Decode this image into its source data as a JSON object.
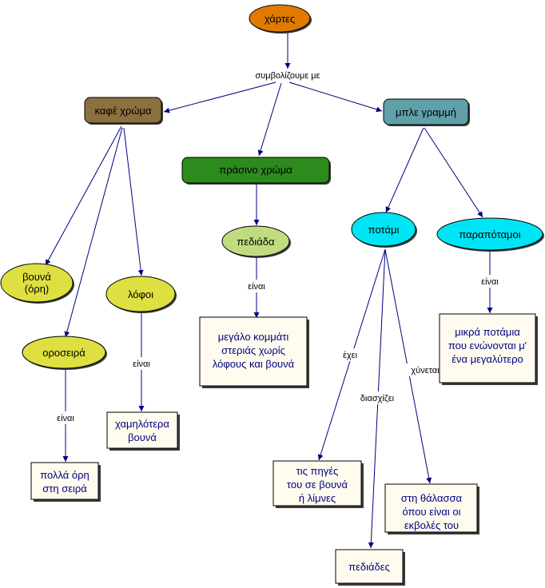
{
  "colors": {
    "arrow": "#000080",
    "orange": "#e07b00",
    "brown": "#8b7040",
    "green": "#2d8a1c",
    "light_green": "#c0dc80",
    "cyan": "#00e5f5",
    "steel_blue": "#60a0a8",
    "yellow": "#dde040",
    "box_fill": "#fffcef"
  },
  "nodes": {
    "maps": "χάρτες",
    "brown_color": "καφέ χρώμα",
    "green_color": "πράσινο χρώμα",
    "blue_line": "μπλε γραμμή",
    "plains": "πεδιάδα",
    "river": "ποτάμι",
    "tributaries": "παραπόταμοι",
    "mountains_1": "βουνά",
    "mountains_2": "(όρη)",
    "hills": "λόφοι",
    "range": "οροσειρά",
    "plains_desc_1": "μεγάλο κομμάτι",
    "plains_desc_2": "στεριάς χωρίς",
    "plains_desc_3": "λόφους και βουνά",
    "trib_desc_1": "μικρά ποτάμια",
    "trib_desc_2": "που ενώνονται μ'",
    "trib_desc_3": "ένα μεγαλύτερο",
    "hills_desc_1": "χαμηλότερα",
    "hills_desc_2": "βουνά",
    "range_desc_1": "πολλά όρη",
    "range_desc_2": "στη σειρά",
    "sources_1": "τις πηγές",
    "sources_2": "του σε βουνά",
    "sources_3": "ή λίμνες",
    "sea_1": "στη θάλασσα",
    "sea_2": "όπου είναι οι",
    "sea_3": "εκβολές του",
    "plains_pl": "πεδιάδες"
  },
  "links": {
    "symbolize": "συμβολίζουμε με",
    "is_plains": "είναι",
    "is_trib": "είναι",
    "is_hills": "είναι",
    "is_range": "είναι",
    "has": "έχει",
    "crosses": "διασχίζει",
    "flows": "χύνεται"
  }
}
